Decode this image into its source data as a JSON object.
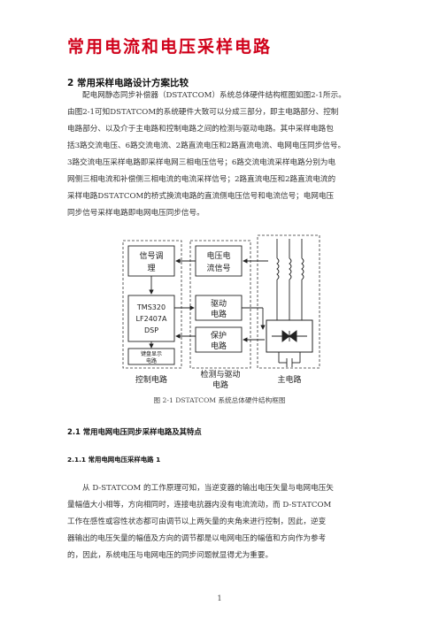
{
  "title": "常用电流和电压采样电路",
  "section2_heading": "2 常用采样电路设计方案比较",
  "para1": {
    "l1": "配电网静态同步补偿器（DSTATCOM）系统总体硬件结构框图如图2-1所示。",
    "l2": "由图2-1可知DSTATCOM的系统硬件大致可以分成三部分，即主电路部分、控制",
    "l3": "电路部分、以及介于主电路和控制电路之间的检测与驱动电路。其中采样电路包",
    "l4": "括3路交流电压、6路交流电流、2路直流电压和2路直流电流、电网电压同步信号。",
    "l5": "3路交流电压采样电路即采样电网三相电压信号；6路交流电流采样电路分别为电",
    "l6": "网侧三相电流和补偿侧三相电流的电流采样信号；2路直流电压和2路直流电流的",
    "l7": "采样电路DSTATCOM的桥式换流电路的直流侧电压信号和电流信号；电网电压",
    "l8": "同步信号采样电路即电网电压同步信号。"
  },
  "diagram": {
    "signal_cond_1": "信号调",
    "signal_cond_2": "理",
    "vi_signal_1": "电压电",
    "vi_signal_2": "流信号",
    "dsp_1": "TMS320",
    "dsp_2": "LF2407A",
    "dsp_3": "DSP",
    "drive_1": "驱动",
    "drive_2": "电路",
    "protect_1": "保护",
    "protect_2": "电路",
    "keyboard_1": "键盘显示",
    "keyboard_2": "电路",
    "label_control": "控制电路",
    "label_detect_1": "检测与驱动",
    "label_detect_2": "电路",
    "label_main": "主电路"
  },
  "figure_caption": "图 2-1    DSTATCOM 系统总体硬件结构框图",
  "section21_heading": "2.1  常用电网电压同步采样电路及其特点",
  "section211_heading": "2.1.1  常用电网电压采样电路 1",
  "para2": {
    "l1": "从 D-STATCOM 的工作原理可知，当逆变器的输出电压矢量与电网电压矢",
    "l2": "量幅值大小相等，方向相同时，连接电抗器内没有电流流动，而 D-STATCOM",
    "l3": "工作在感性或容性状态都可由调节以上两矢量的夹角来进行控制，因此，逆变",
    "l4": "器输出的电压矢量的幅值及方向的调节都是以电网电压的幅值和方向作为参考",
    "l5": "的，因此，系统电压与电网电压的同步问题就显得尤为重要。"
  },
  "page_number": "1",
  "colors": {
    "title": "#d0021b",
    "underline": "#d0021b"
  }
}
